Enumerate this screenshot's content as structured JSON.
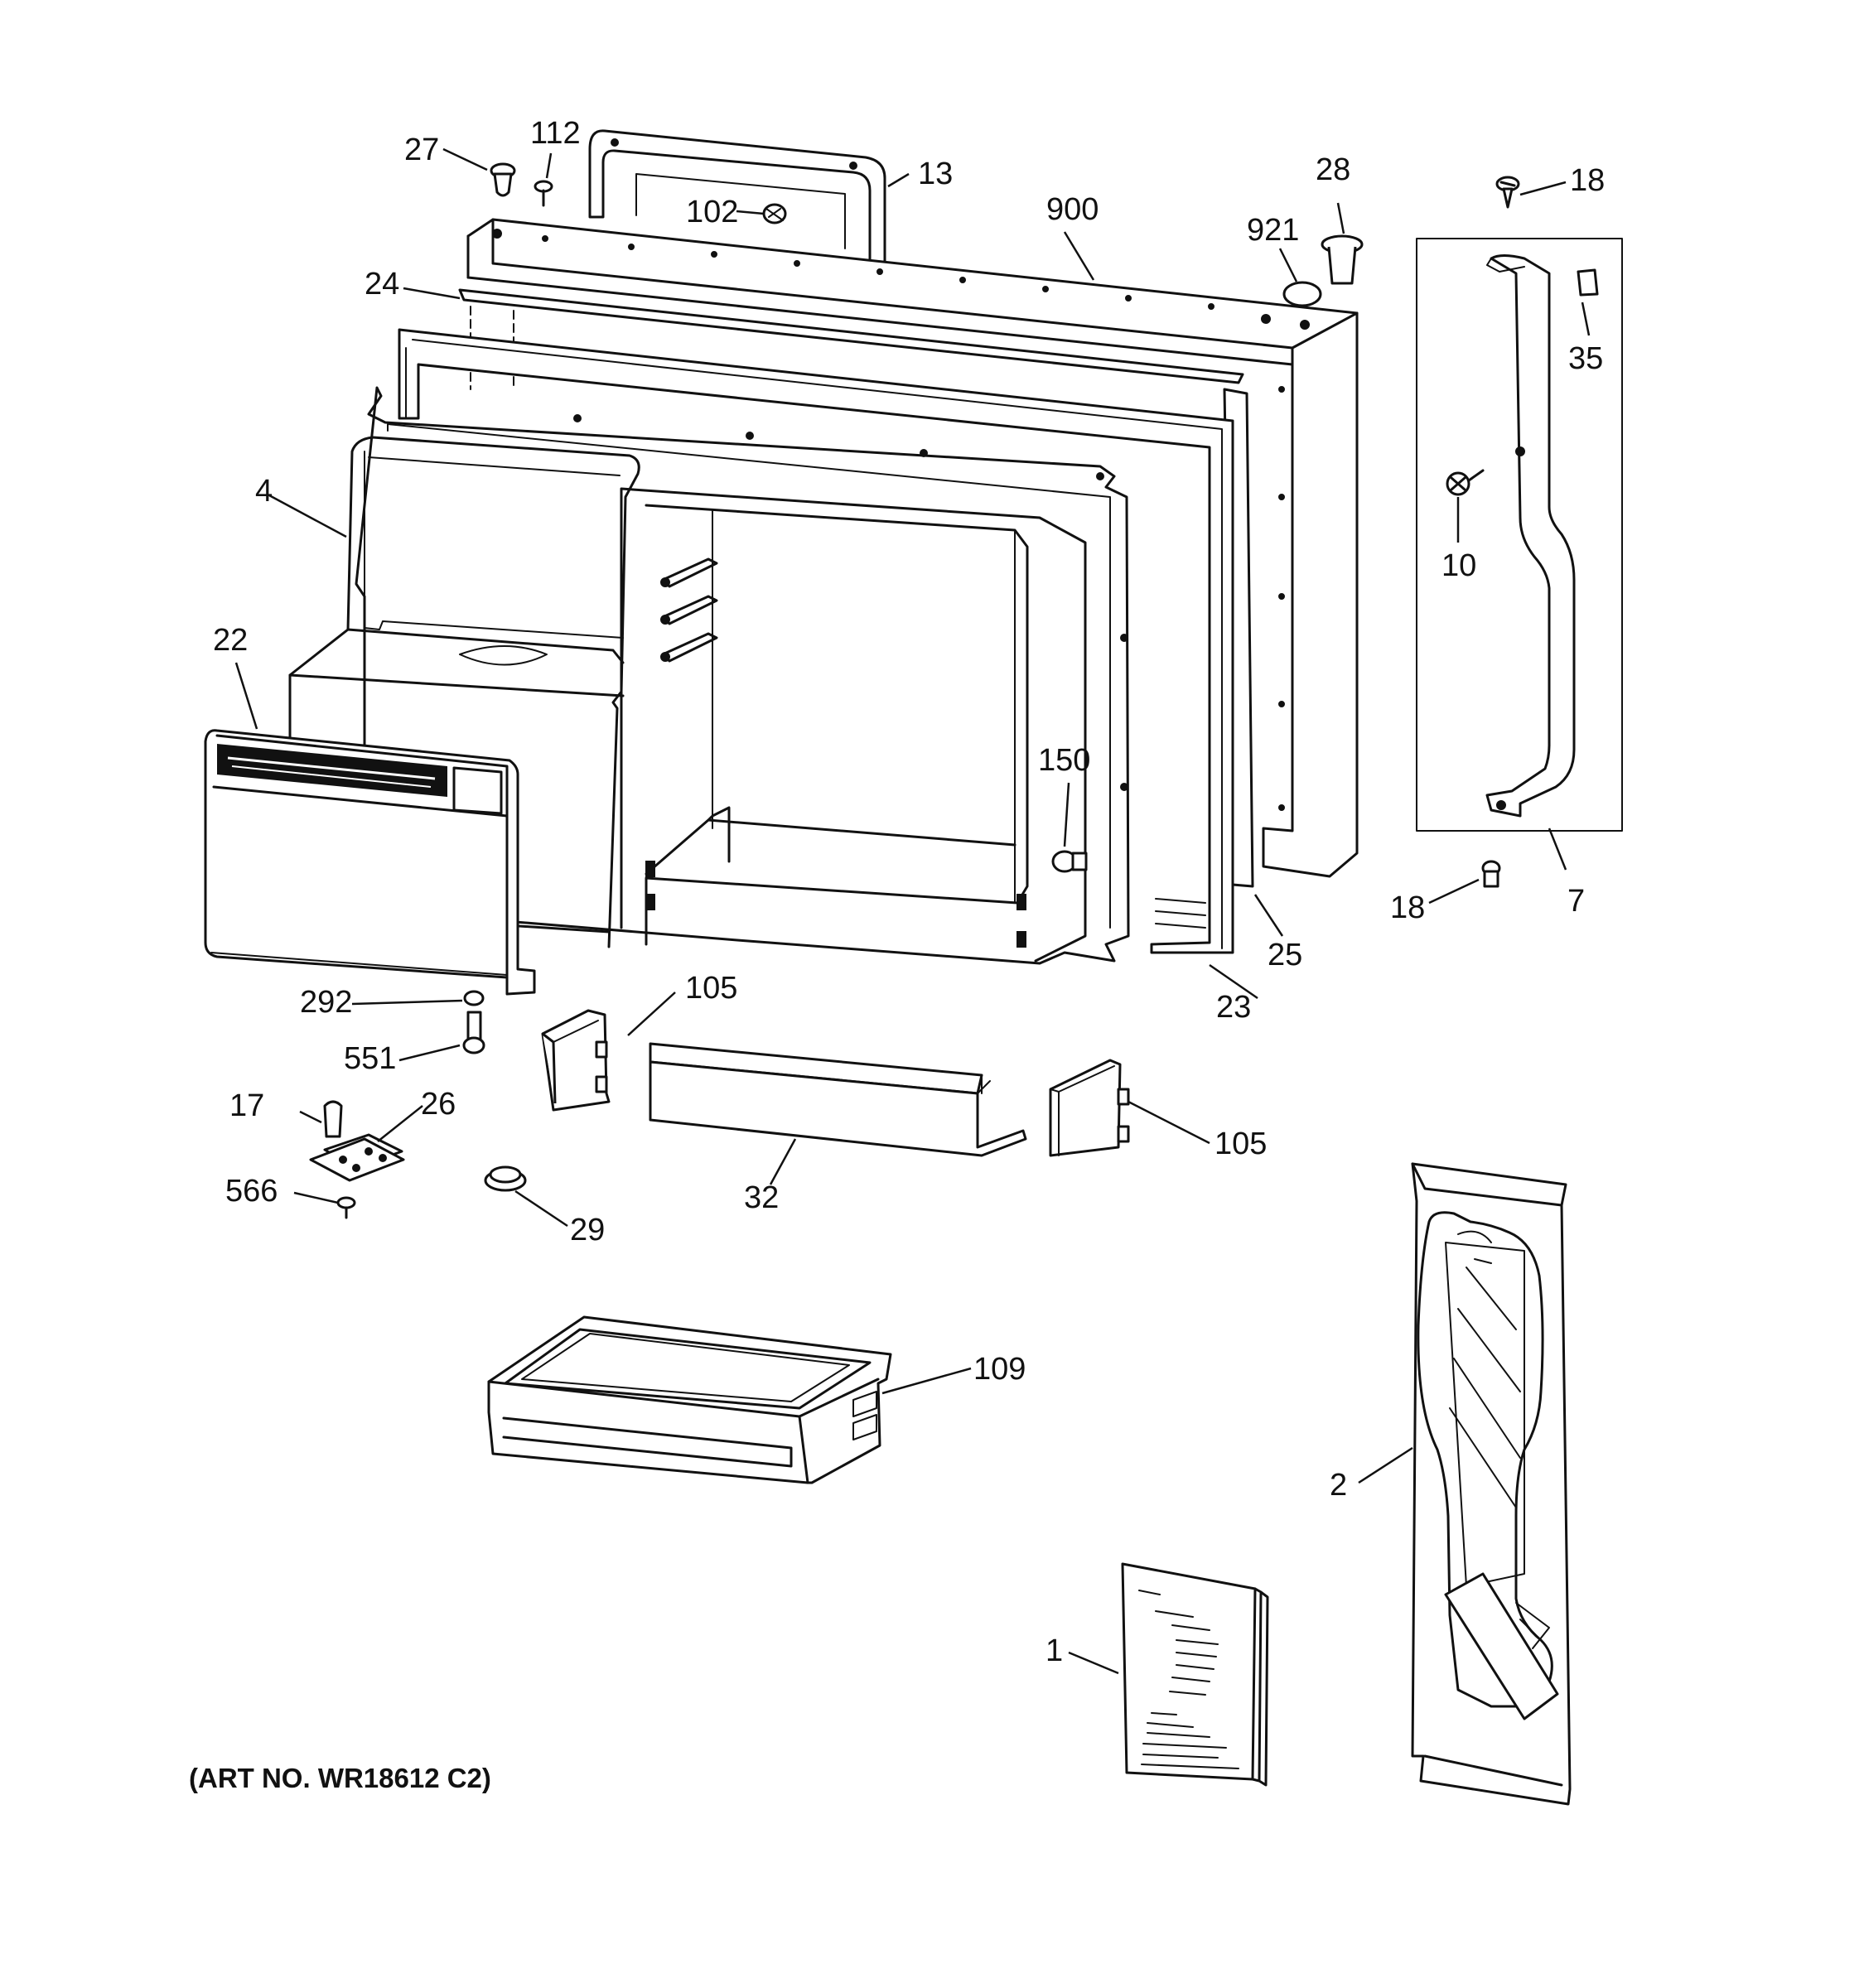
{
  "labels": {
    "l1": "1",
    "l2": "2",
    "l4": "4",
    "l7": "7",
    "l10": "10",
    "l13": "13",
    "l17": "17",
    "l18a": "18",
    "l18b": "18",
    "l22": "22",
    "l23": "23",
    "l24": "24",
    "l25": "25",
    "l26": "26",
    "l27": "27",
    "l28": "28",
    "l29": "29",
    "l32": "32",
    "l35": "35",
    "l102": "102",
    "l105a": "105",
    "l105b": "105",
    "l109": "109",
    "l112": "112",
    "l150": "150",
    "l292": "292",
    "l551": "551",
    "l566": "566",
    "l900": "900",
    "l921": "921"
  },
  "art_number": "(ART NO. WR18612 C2)"
}
